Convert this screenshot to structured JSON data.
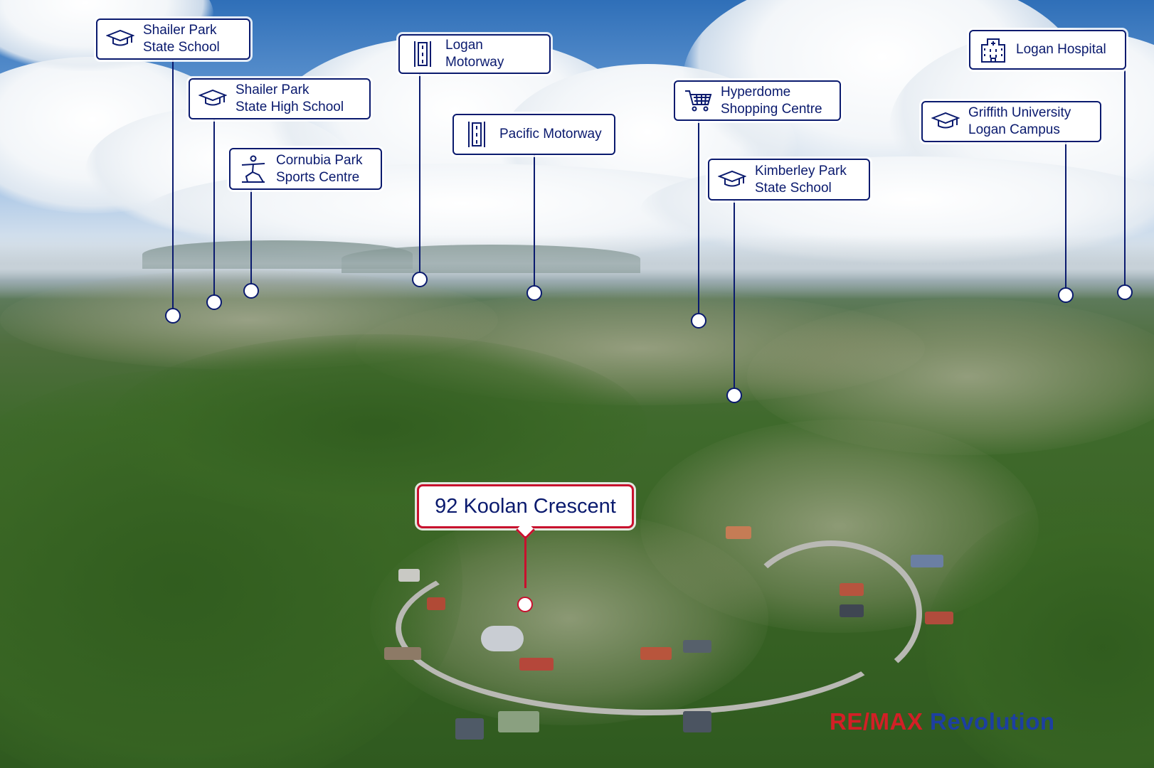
{
  "scene": {
    "description_colors": {
      "sky": "#2f6fb8",
      "cloud": "#ffffff",
      "forest": "#3b6526",
      "label_navy": "#0a1a6e",
      "property_red": "#c8102e"
    }
  },
  "labels": {
    "shailer_park_school": {
      "line1": "Shailer Park",
      "line2": "State School",
      "icon": "graduation-cap-icon"
    },
    "shailer_park_high": {
      "line1": "Shailer Park",
      "line2": "State High School",
      "icon": "graduation-cap-icon"
    },
    "cornubia_park": {
      "line1": "Cornubia Park",
      "line2": "Sports Centre",
      "icon": "sport-figure-icon"
    },
    "logan_motorway": {
      "line1": "Logan Motorway",
      "icon": "motorway-icon"
    },
    "pacific_motorway": {
      "line1": "Pacific Motorway",
      "icon": "motorway-icon"
    },
    "hyperdome": {
      "line1": "Hyperdome",
      "line2": "Shopping Centre",
      "icon": "shopping-cart-icon"
    },
    "kimberley_park": {
      "line1": "Kimberley Park",
      "line2": "State School",
      "icon": "graduation-cap-icon"
    },
    "logan_hospital": {
      "line1": "Logan Hospital",
      "icon": "hospital-icon"
    },
    "griffith_university": {
      "line1": "Griffith University",
      "line2": "Logan Campus",
      "icon": "graduation-cap-icon"
    }
  },
  "property": {
    "address": "92 Koolan Crescent"
  },
  "brand": {
    "part1": "RE/MAX",
    "part2": " Revolution"
  }
}
